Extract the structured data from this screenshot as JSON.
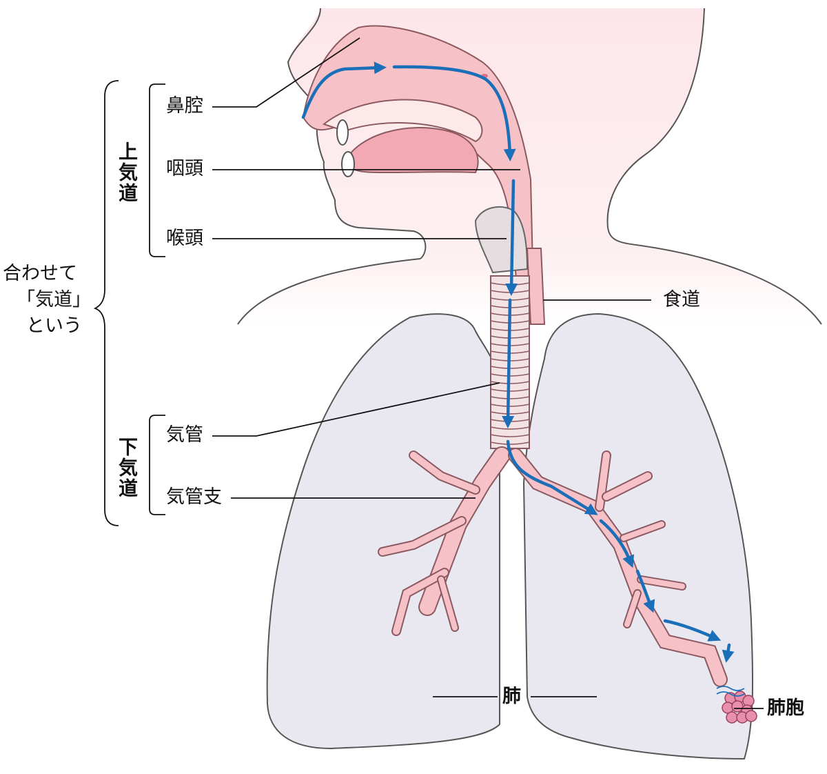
{
  "labels": {
    "nasal_cavity": "鼻腔",
    "pharynx": "咽頭",
    "larynx": "喉頭",
    "esophagus": "食道",
    "trachea": "気管",
    "bronchus": "気管支",
    "lung": "肺",
    "alveolus": "肺胞"
  },
  "groups": {
    "upper_airway": "上気道",
    "lower_airway": "下気道",
    "combined_line1": "合わせて",
    "combined_line2": "「気道」",
    "combined_line3": "という"
  },
  "colors": {
    "skin": "#fde8ea",
    "airway": "#f7c1c8",
    "airway_stroke": "#8a5a60",
    "lung_fill": "#e9e8f0",
    "lung_stroke": "#555555",
    "arrow": "#1a6fb8",
    "alveoli": "#e890ab"
  }
}
